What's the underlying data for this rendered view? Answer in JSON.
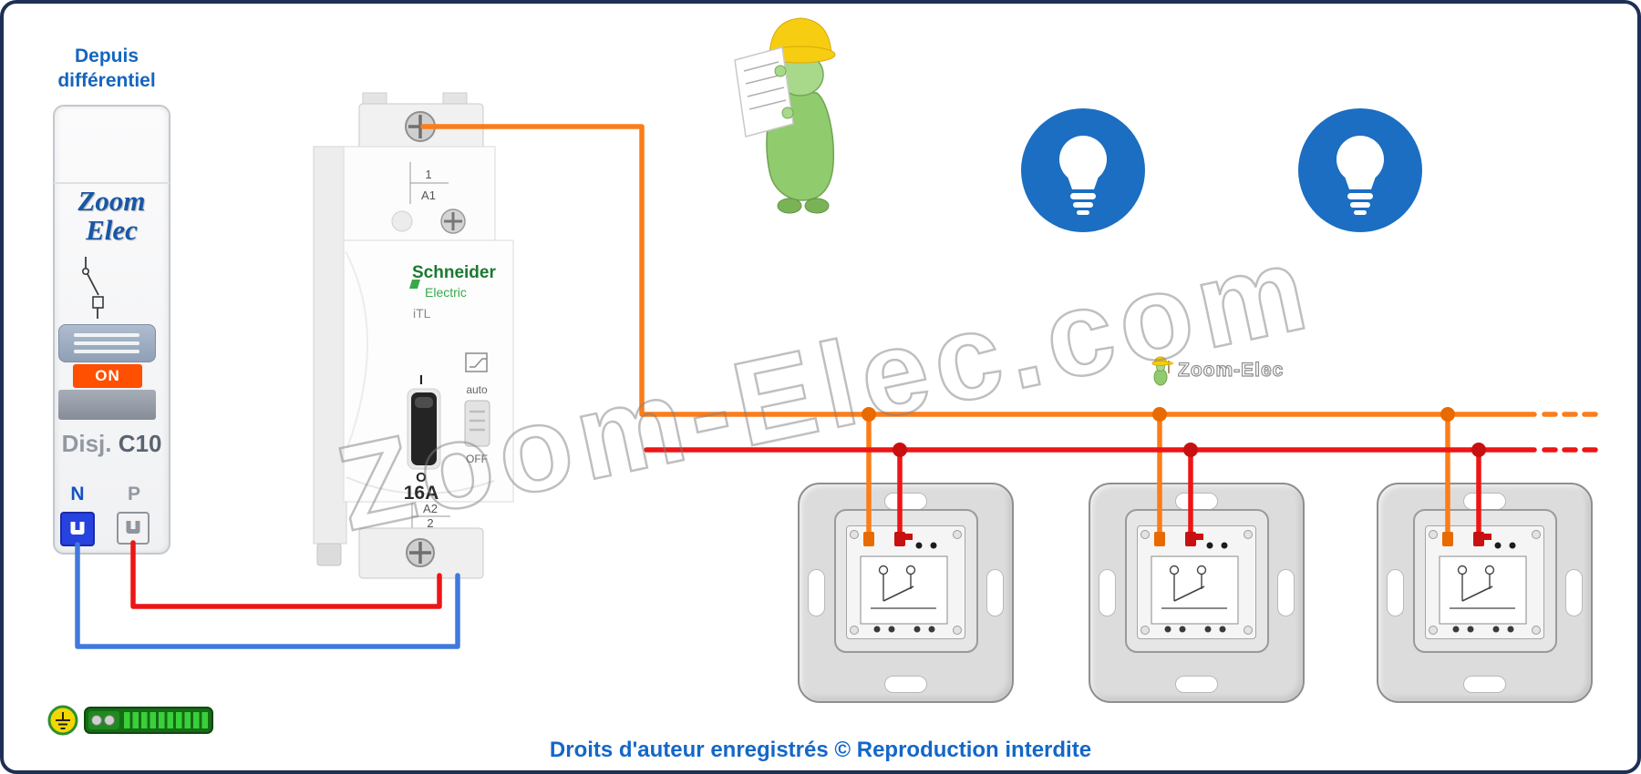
{
  "frame": {
    "background": "#ffffff",
    "border_color": "#1d2f55"
  },
  "source_label": {
    "line1": "Depuis",
    "line2": "différentiel"
  },
  "breaker": {
    "brand_line1": "Zoom",
    "brand_line2": "Elec",
    "on_label": "ON",
    "model_prefix": "Disj.",
    "model_value": "C10",
    "neutral_label": "N",
    "phase_label": "P"
  },
  "relay": {
    "brand": "Schneider",
    "brand_sub": "Electric",
    "model": "iTL",
    "rating": "16A",
    "terminal_top_line1": "1",
    "terminal_top_line2": "A1",
    "terminal_bottom_line1": "A2",
    "terminal_bottom_line2": "2",
    "position_on": "I",
    "position_off": "O",
    "selector_top": "auto",
    "selector_bottom": "OFF"
  },
  "lamps": {
    "count": 2,
    "color": "#1b6ec2"
  },
  "push_buttons": {
    "count": 3
  },
  "wires": {
    "phase_color": "#ed1515",
    "neutral_color": "#4079de",
    "switch_return_color": "#fb7d1a"
  },
  "watermarks": {
    "large": "Zoom-Elec.com",
    "small": "Zoom-Elec"
  },
  "footer": {
    "copyright": "Droits d'auteur enregistrés © Reproduction interdite"
  }
}
